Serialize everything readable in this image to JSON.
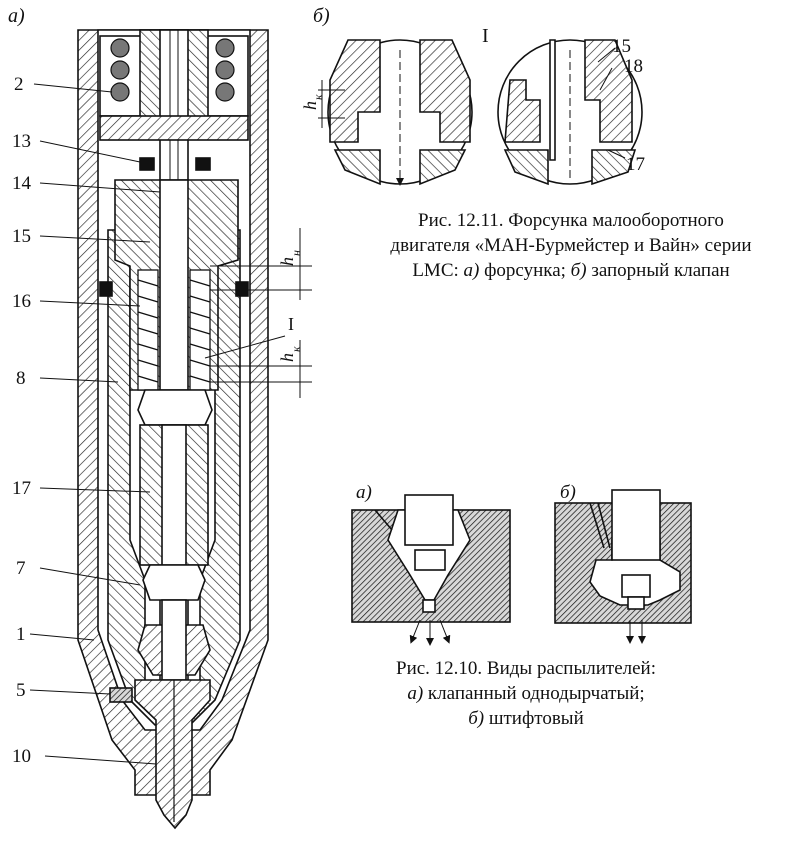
{
  "panel_labels": {
    "main_a": "а)",
    "main_b": "б)",
    "spray_a": "а)",
    "spray_b": "б)"
  },
  "detail_mark": "I",
  "part_labels": {
    "p2": "2",
    "p13": "13",
    "p14": "14",
    "p15": "15",
    "p16": "16",
    "p8": "8",
    "p17": "17",
    "p7": "7",
    "p1": "1",
    "p5": "5",
    "p10": "10",
    "d15": "15",
    "d18": "18",
    "d17": "17"
  },
  "dimension_labels": {
    "h_main": "h",
    "h_main_sub": "н",
    "hk_main": "h",
    "hk_main_sub": "к",
    "hk_detail": "h",
    "hk_detail_sub": "к"
  },
  "caption_1211": {
    "line1": "Рис. 12.11. Форсунка малооборотного",
    "line2": "двигателя «МАН-Бурмейстер и Вайн» серии",
    "line3_a": "LMC: ",
    "line3_a_mark": "а)",
    "line3_b": " форсунка; ",
    "line3_b_mark": "б)",
    "line3_c": " запорный клапан"
  },
  "caption_1210": {
    "line1": "Рис. 12.10. Виды распылителей:",
    "line2_mark": "а)",
    "line2": " клапанный однодырчатый;",
    "line3_mark": "б)",
    "line3": " штифтовый"
  }
}
